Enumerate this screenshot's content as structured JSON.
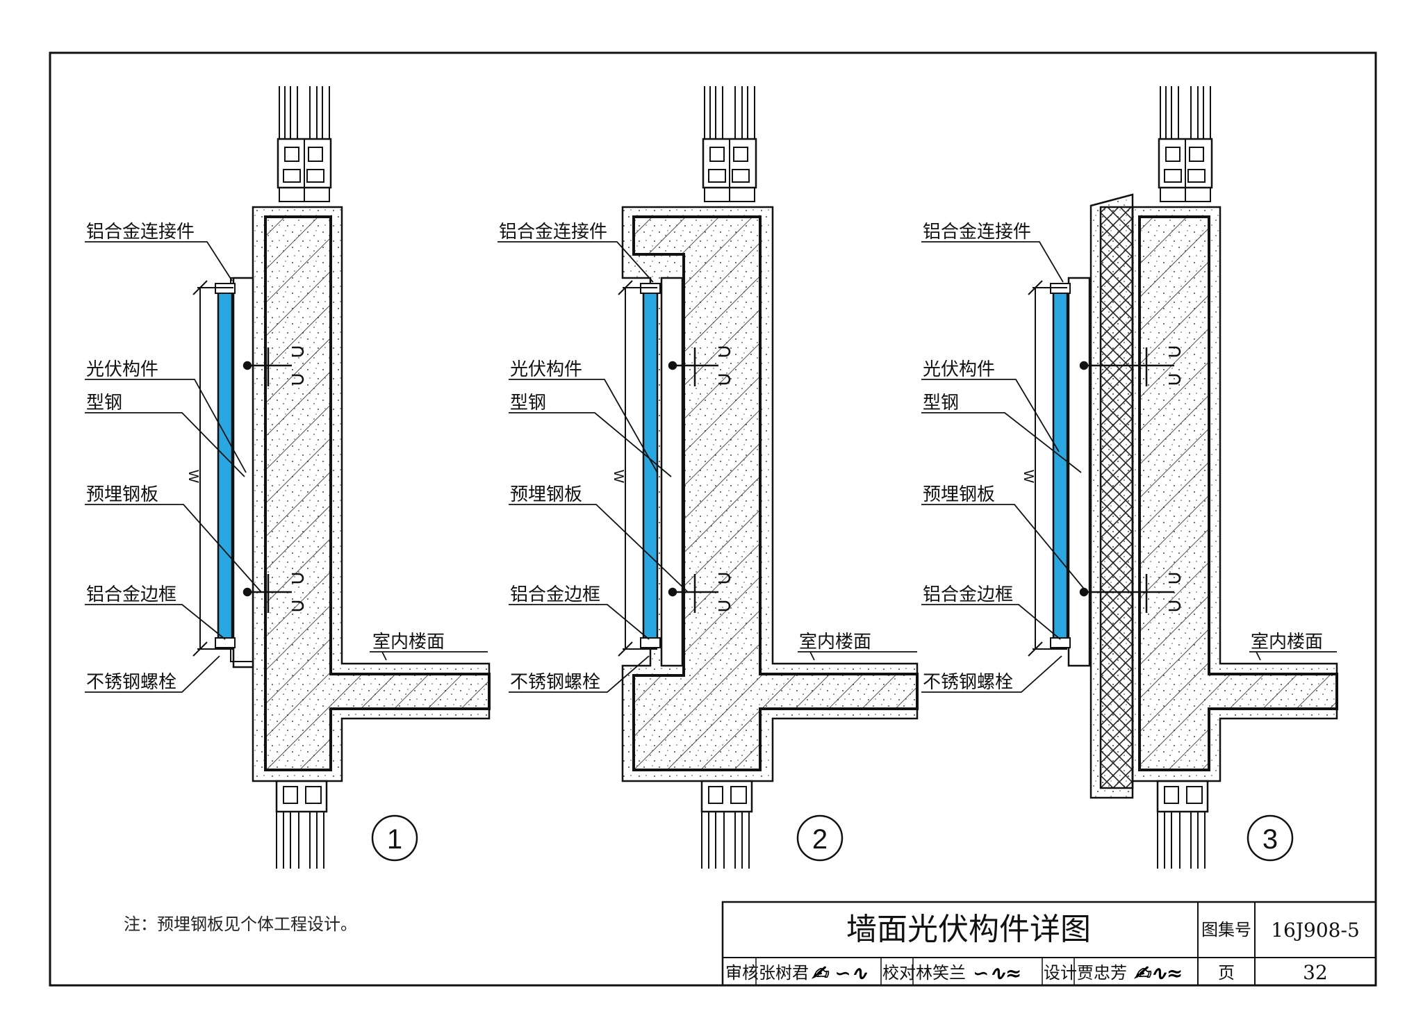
{
  "labels": {
    "connector": "铝合金连接件",
    "pv_member": "光伏构件",
    "steel_section": "型钢",
    "embedded_plate": "预埋钢板",
    "al_frame": "铝合金边框",
    "ss_bolt": "不锈钢螺栓",
    "indoor_floor": "室内楼面",
    "dim_w": "W"
  },
  "details": [
    {
      "number": "1"
    },
    {
      "number": "2"
    },
    {
      "number": "3"
    }
  ],
  "note": "注：预埋钢板见个体工程设计。",
  "title_block": {
    "title": "墙面光伏构件详图",
    "atlas_label": "图集号",
    "atlas_no": "16J908-5",
    "review_label": "审核",
    "reviewer": "张树君",
    "check_label": "校对",
    "checker": "林笑兰",
    "design_label": "设计",
    "designer": "贾忠芳",
    "page_label": "页",
    "page_no": "32"
  },
  "colors": {
    "pv_panel": "#2aa7e0",
    "line": "#111111",
    "concrete_fill": "#ffffff"
  }
}
